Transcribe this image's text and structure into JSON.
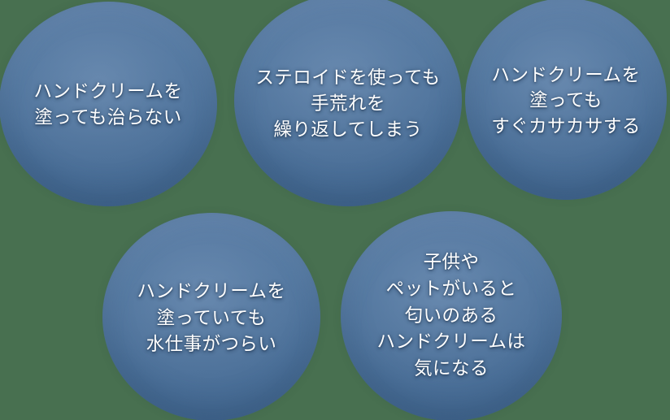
{
  "page": {
    "background_color": "#487050",
    "bubble_color": "#53789f",
    "text_color": "#ffffff"
  },
  "bubbles": [
    {
      "id": "bubble-1",
      "name": "concern-bubble-hand-cream-not-healing",
      "lines": [
        "ハンドクリームを",
        "塗っても治らない"
      ],
      "text": "ハンドクリームを\n塗っても治らない"
    },
    {
      "id": "bubble-2",
      "name": "concern-bubble-steroid-recurring",
      "lines": [
        "ステロイドを使っても",
        "手荒れを",
        "繰り返してしまう"
      ],
      "text": "ステロイドを使っても\n手荒れを\n繰り返してしまう"
    },
    {
      "id": "bubble-3",
      "name": "concern-bubble-dry-again-quickly",
      "lines": [
        "ハンドクリームを",
        "塗っても",
        "すぐカサカサする"
      ],
      "text": "ハンドクリームを\n塗っても\nすぐカサカサする"
    },
    {
      "id": "bubble-4",
      "name": "concern-bubble-water-work-painful",
      "lines": [
        "ハンドクリームを",
        "塗っていても",
        "水仕事がつらい"
      ],
      "text": "ハンドクリームを\n塗っていても\n水仕事がつらい"
    },
    {
      "id": "bubble-5",
      "name": "concern-bubble-scent-with-kids-pets",
      "lines": [
        "子供や",
        "ペットがいると",
        "匂いのある",
        "ハンドクリームは",
        "気になる"
      ],
      "text": "子供や\nペットがいると\n匂いのある\nハンドクリームは\n気になる"
    }
  ]
}
